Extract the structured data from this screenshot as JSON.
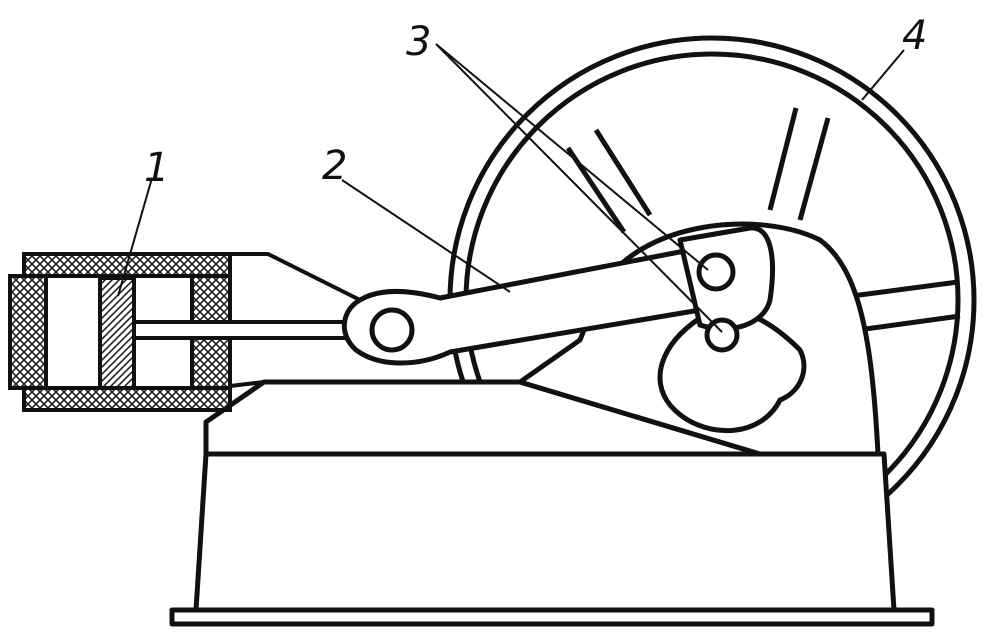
{
  "labels": {
    "piston": "1",
    "connecting_rod": "2",
    "crank_pins": "3",
    "flywheel": "4"
  },
  "colors": {
    "ink": "#111111",
    "hatch": "#222222",
    "background": "#ffffff"
  }
}
